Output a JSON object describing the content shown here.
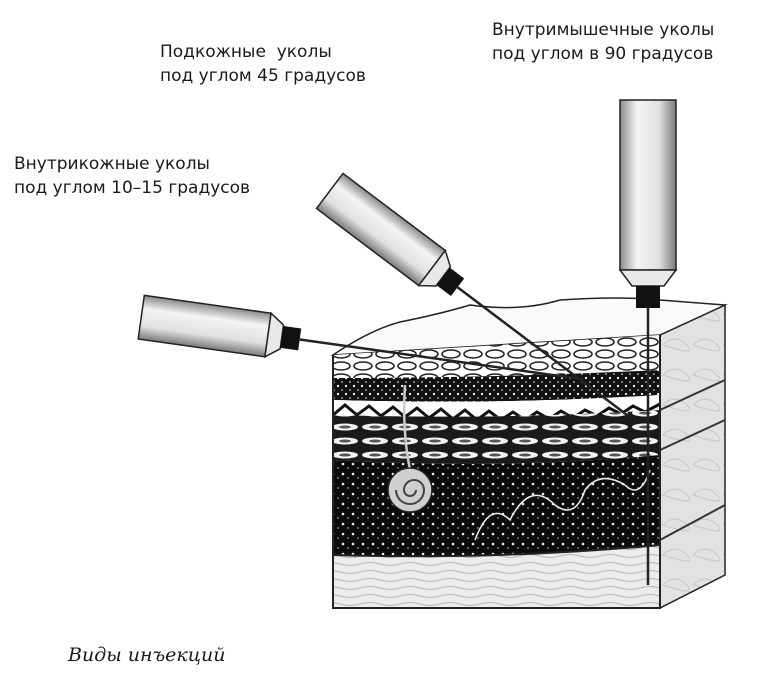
{
  "labels": {
    "intramuscular": {
      "line1": "Внутримышечные уколы",
      "line2": "под углом в 90 градусов"
    },
    "subcutaneous": {
      "line1": "Подкожные  уколы",
      "line2": "под углом 45 градусов"
    },
    "intradermal": {
      "line1": "Внутрикожные уколы",
      "line2": "под углом 10–15 градусов"
    }
  },
  "caption": "Виды инъекций"
}
